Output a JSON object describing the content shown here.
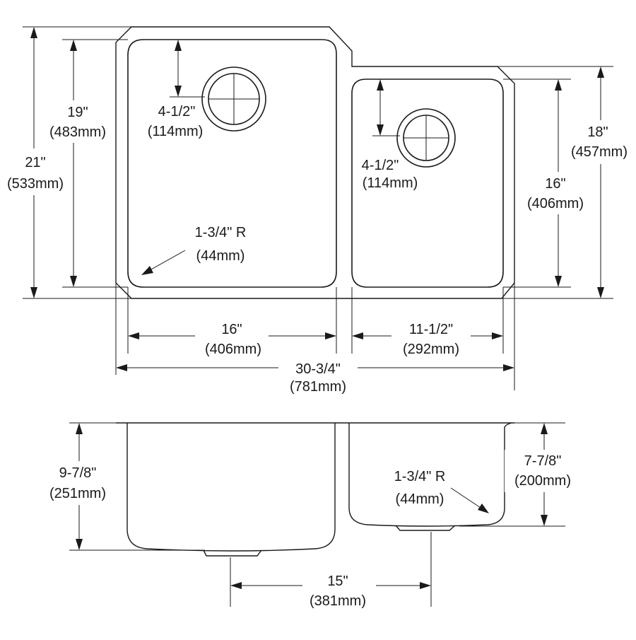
{
  "top_view": {
    "overall_depth": {
      "imperial": "21\"",
      "metric": "(533mm)"
    },
    "large_bowl_depth": {
      "imperial": "19\"",
      "metric": "(483mm)"
    },
    "small_overall_depth": {
      "imperial": "18\"",
      "metric": "(457mm)"
    },
    "small_bowl_depth": {
      "imperial": "16\"",
      "metric": "(406mm)"
    },
    "large_drain_offset": {
      "imperial": "4-1/2\"",
      "metric": "(114mm)"
    },
    "small_drain_offset": {
      "imperial": "4-1/2\"",
      "metric": "(114mm)"
    },
    "corner_radius": {
      "imperial": "1-3/4\" R",
      "metric": "(44mm)"
    },
    "large_bowl_width": {
      "imperial": "16\"",
      "metric": "(406mm)"
    },
    "small_bowl_width": {
      "imperial": "11-1/2\"",
      "metric": "(292mm)"
    },
    "overall_width": {
      "imperial": "30-3/4\"",
      "metric": "(781mm)"
    }
  },
  "side_view": {
    "large_bowl_height": {
      "imperial": "9-7/8\"",
      "metric": "(251mm)"
    },
    "small_bowl_height": {
      "imperial": "7-7/8\"",
      "metric": "(200mm)"
    },
    "corner_radius": {
      "imperial": "1-3/4\" R",
      "metric": "(44mm)"
    },
    "drain_spacing": {
      "imperial": "15\"",
      "metric": "(381mm)"
    }
  }
}
